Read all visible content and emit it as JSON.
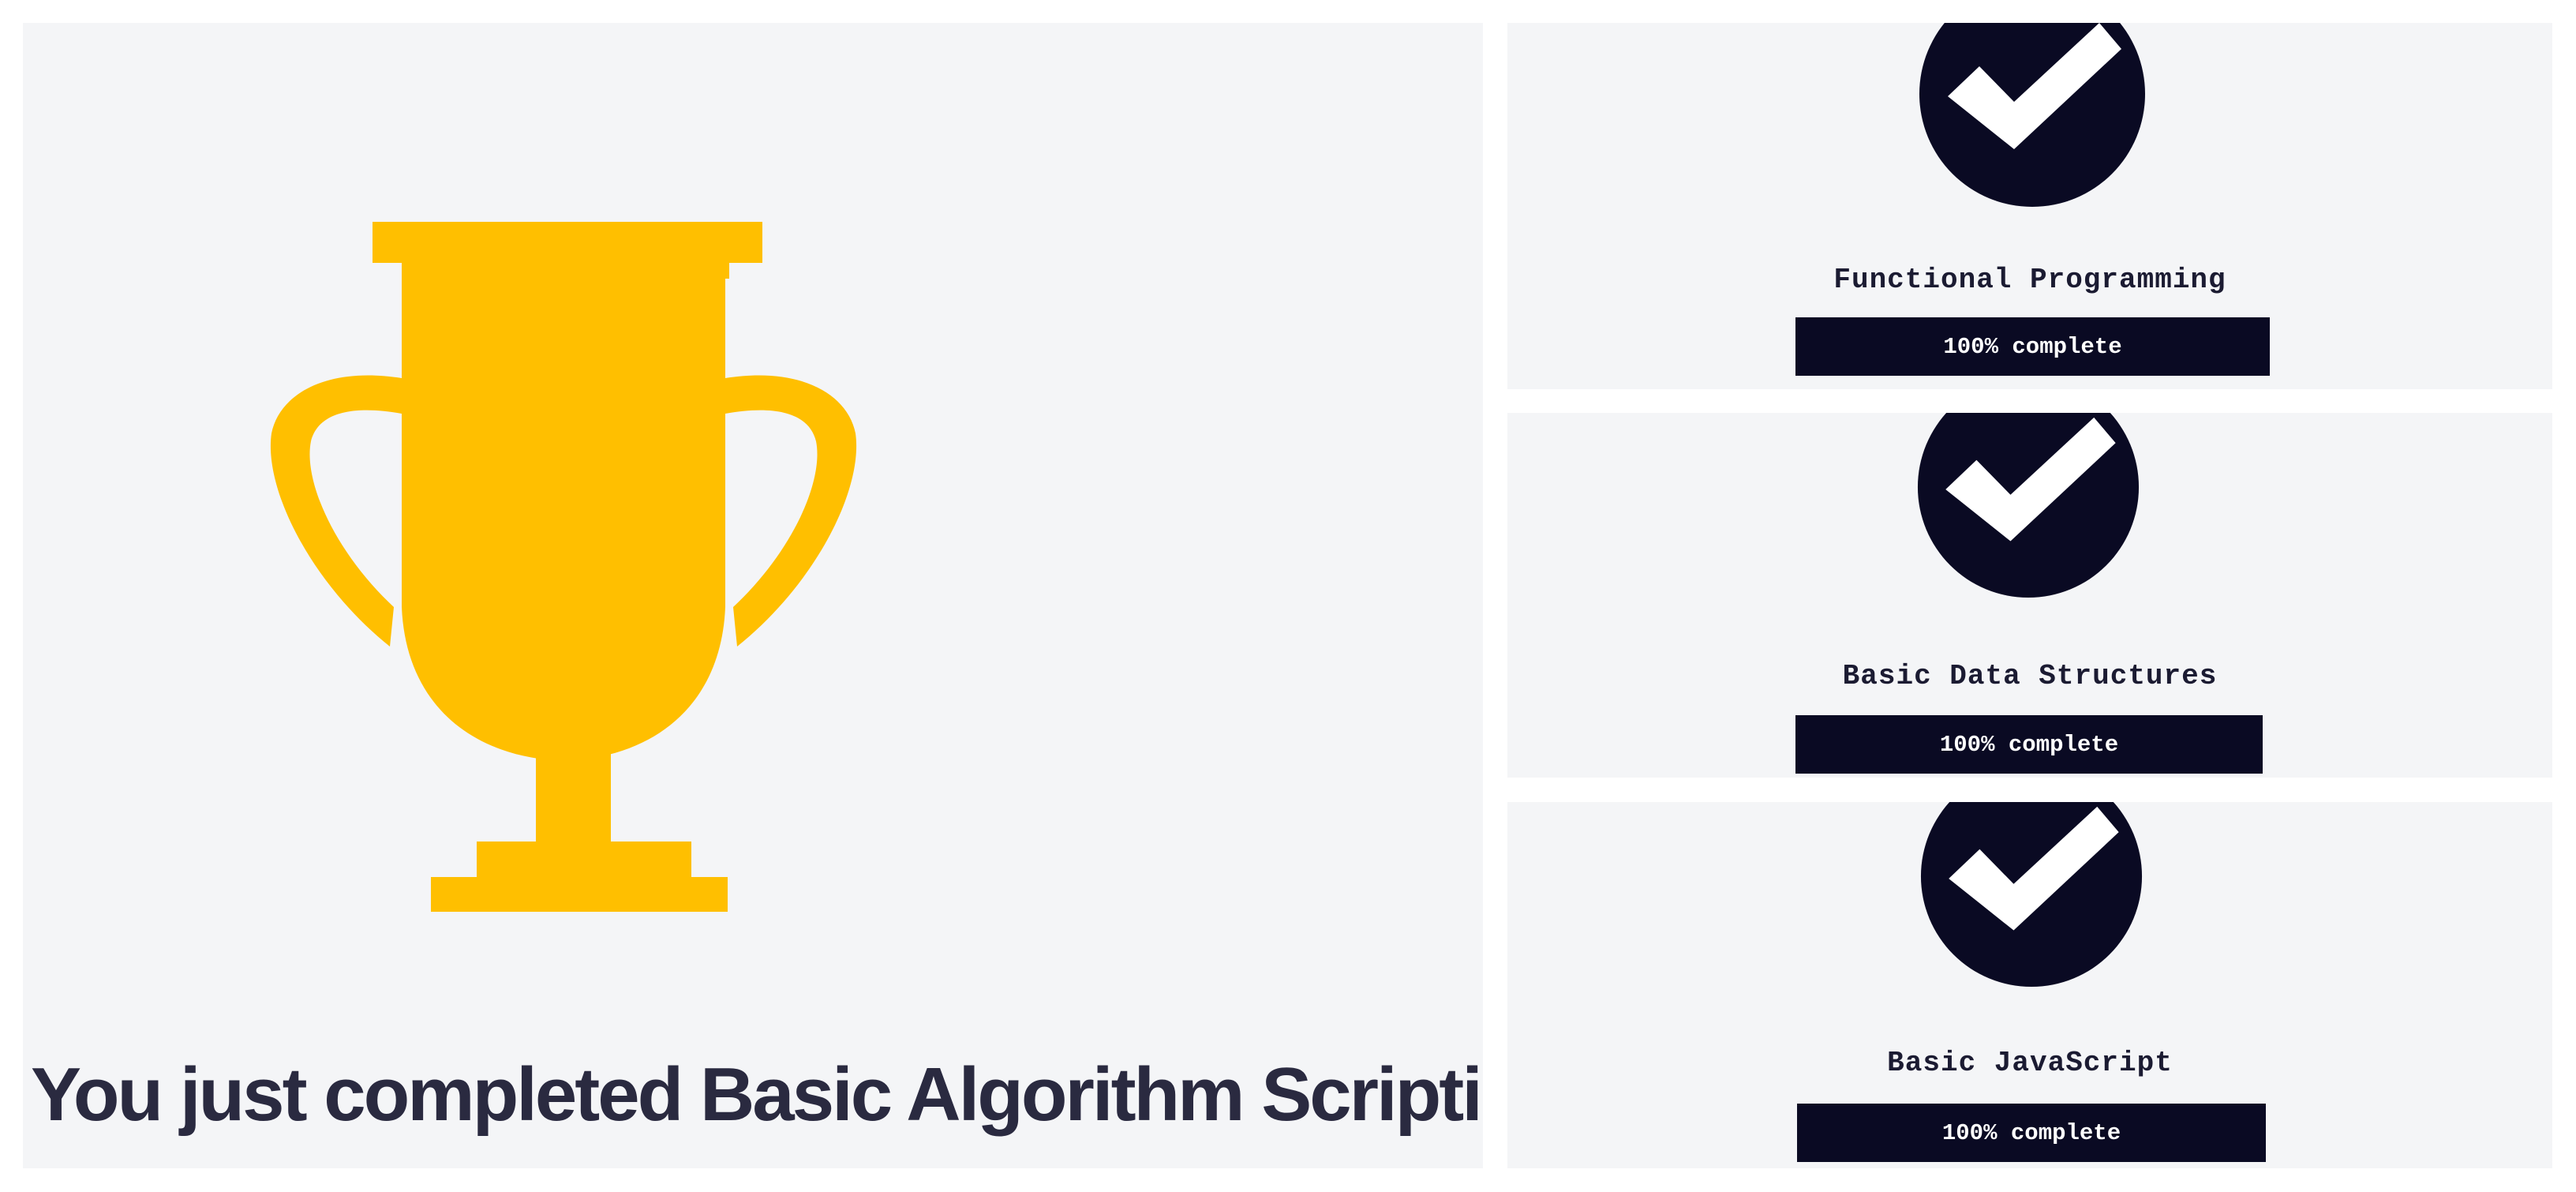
{
  "main": {
    "icon": "trophy-icon",
    "trophy_color": "#ffbf00",
    "message": "You just completed Basic Algorithm Scripting."
  },
  "certifications": [
    {
      "title": "Functional Programming",
      "progress_label": "100% complete",
      "progress": 1.0,
      "icon": "check-circle-icon"
    },
    {
      "title": "Basic Data Structures",
      "progress_label": "100% complete",
      "progress": 1.0,
      "icon": "check-circle-icon"
    },
    {
      "title": "Basic JavaScript",
      "progress_label": "100% complete",
      "progress": 1.0,
      "icon": "check-circle-icon"
    }
  ],
  "colors": {
    "panel_background": "#f4f5f7",
    "dark": "#0a0a23",
    "accent": "#ffbf00"
  }
}
